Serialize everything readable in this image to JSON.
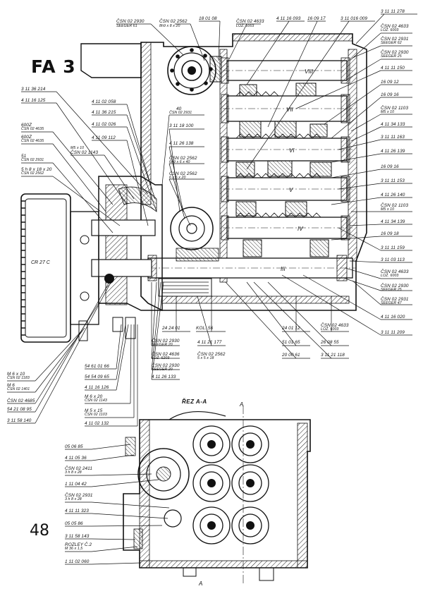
{
  "sheet_code": "FA 3",
  "page_number": "48",
  "section_title": "ŘEZ A-A",
  "section_marks": [
    "A",
    "A"
  ],
  "shaft_numerals": [
    "VIII",
    "VII",
    "VI",
    "V",
    "IV",
    "III"
  ],
  "part_marks": [
    "CR 27 C"
  ],
  "top_labels": [
    {
      "id": "t1",
      "text": "ČSN 02 2930"
    },
    {
      "id": "t1b",
      "text": "SEEGER 61"
    },
    {
      "id": "t2",
      "text": "ČSN 02 2562"
    },
    {
      "id": "t2b",
      "text": "8h9 x 8 x 20"
    },
    {
      "id": "t3",
      "text": "18 01 08"
    },
    {
      "id": "t4",
      "text": "ČSN 02 4633"
    },
    {
      "id": "t4b",
      "text": "LOŽ. 6003"
    },
    {
      "id": "t5",
      "text": "4 11 16 093"
    },
    {
      "id": "t6",
      "text": "16 09 17"
    },
    {
      "id": "t7",
      "text": "3 11 016 009"
    },
    {
      "id": "t8",
      "text": "3 11 11 278"
    }
  ],
  "left_labels": [
    {
      "id": "l1",
      "text": "3 11 36 214"
    },
    {
      "id": "l2",
      "text": "4 11 16 125"
    },
    {
      "id": "l3",
      "text": "4 11 02 058"
    },
    {
      "id": "l4",
      "text": "4 11 36 215"
    },
    {
      "id": "l5",
      "text": "4 11 02 026"
    },
    {
      "id": "l6",
      "text": "4 11 09 112"
    },
    {
      "id": "l7",
      "text": "600Z"
    },
    {
      "id": "l7b",
      "text": "ČSN 02 4635"
    },
    {
      "id": "l8",
      "text": "600Z"
    },
    {
      "id": "l8b",
      "text": "ČSN 02 4635"
    },
    {
      "id": "l9",
      "text": "51"
    },
    {
      "id": "l9b",
      "text": "ČSN 02 2931"
    },
    {
      "id": "l10",
      "text": "ČSN 02 1143"
    },
    {
      "id": "l10b",
      "text": "M5 x 10"
    },
    {
      "id": "l11",
      "text": "5 h 8 x 18 x 20"
    },
    {
      "id": "l11b",
      "text": "ČSN 02 2562"
    }
  ],
  "center_labels": [
    {
      "id": "c1",
      "text": "40"
    },
    {
      "id": "c1b",
      "text": "ČSN 02 2931"
    },
    {
      "id": "c2",
      "text": "3 11 18 100"
    },
    {
      "id": "c3",
      "text": "4 11 26 138"
    },
    {
      "id": "c4",
      "text": "ČSN 02 2562"
    },
    {
      "id": "c4b",
      "text": "6h9 x 6 x 40"
    },
    {
      "id": "c5",
      "text": "ČSN 02 2562"
    },
    {
      "id": "c5b",
      "text": "6 x 6 x 20"
    }
  ],
  "right_labels": [
    {
      "id": "r1",
      "text": "ČSN 02 4633"
    },
    {
      "id": "r1b",
      "text": "LOŽ. 6003"
    },
    {
      "id": "r2",
      "text": "ČSN 02 2931"
    },
    {
      "id": "r2b",
      "text": "SEEGER 62"
    },
    {
      "id": "r3",
      "text": "ČSN 02 2930"
    },
    {
      "id": "r3b",
      "text": "SEEGER 25"
    },
    {
      "id": "r4",
      "text": "4 11 11 150"
    },
    {
      "id": "r5",
      "text": "16 09 12"
    },
    {
      "id": "r6",
      "text": "16 09 16"
    },
    {
      "id": "r7",
      "text": "ČSN 02 1103"
    },
    {
      "id": "r7b",
      "text": "M5 x 10"
    },
    {
      "id": "r8",
      "text": "4 11 34 133"
    },
    {
      "id": "r9",
      "text": "3 11 11 163"
    },
    {
      "id": "r10",
      "text": "4 11 26 139"
    },
    {
      "id": "r11",
      "text": "16 09 16"
    },
    {
      "id": "r12",
      "text": "3 11 11 153"
    },
    {
      "id": "r13",
      "text": "4 11 26 140"
    },
    {
      "id": "r14",
      "text": "ČSN 02 1103"
    },
    {
      "id": "r14b",
      "text": "M5 x 10"
    },
    {
      "id": "r15",
      "text": "4 11 34 139"
    },
    {
      "id": "r16",
      "text": "16 09 18"
    },
    {
      "id": "r17",
      "text": "3 11 11 159"
    },
    {
      "id": "r18",
      "text": "3 11 03 113"
    },
    {
      "id": "r19",
      "text": "ČSN 02 4633"
    },
    {
      "id": "r19b",
      "text": "LOŽ. 6003"
    },
    {
      "id": "r20",
      "text": "ČSN 02 2930"
    },
    {
      "id": "r20b",
      "text": "SEEGER 25"
    },
    {
      "id": "r21",
      "text": "ČSN 02 2931"
    },
    {
      "id": "r21b",
      "text": "SEEGER 47"
    },
    {
      "id": "r22",
      "text": "4 11 16 020"
    },
    {
      "id": "r23",
      "text": "3 11 11 209"
    }
  ],
  "bottom_labels": [
    {
      "id": "b1",
      "text": "24 24 01"
    },
    {
      "id": "b2",
      "text": "KOL. 56"
    },
    {
      "id": "b3",
      "text": "24 01 12"
    },
    {
      "id": "b4",
      "text": "ČSN 02 4633"
    },
    {
      "id": "b4b",
      "text": "LOŽ. 6003"
    },
    {
      "id": "b5",
      "text": "ČSN 02 2930"
    },
    {
      "id": "b5b",
      "text": "SEEGER 20"
    },
    {
      "id": "b6",
      "text": "4 11 21 177"
    },
    {
      "id": "b7",
      "text": "51 01 65"
    },
    {
      "id": "b8",
      "text": "26 08 55"
    },
    {
      "id": "b9",
      "text": "ČSN 02 4636"
    },
    {
      "id": "b9b",
      "text": "LOŽ. 6203"
    },
    {
      "id": "b10",
      "text": "ČSN 02 2562"
    },
    {
      "id": "b10b",
      "text": "5 x 5 x 18"
    },
    {
      "id": "b11",
      "text": "20 00 61"
    },
    {
      "id": "b12",
      "text": "3 11 21 118"
    },
    {
      "id": "b13",
      "text": "ČSN 02 2930"
    },
    {
      "id": "b13b",
      "text": "SEEGER 20"
    },
    {
      "id": "b14",
      "text": "4 11 26 133"
    },
    {
      "id": "b15",
      "text": "54 61 01 66"
    },
    {
      "id": "b16",
      "text": "54 54 09 65"
    },
    {
      "id": "b17",
      "text": "4 11 16 126"
    },
    {
      "id": "b18",
      "text": "M 6 x 20"
    },
    {
      "id": "b18b",
      "text": "ČSN 02 1143"
    },
    {
      "id": "b19",
      "text": "M 5 x 15"
    },
    {
      "id": "b19b",
      "text": "ČSN 02 1103"
    },
    {
      "id": "b20",
      "text": "4 11 02 132"
    }
  ],
  "lower_left_labels": [
    {
      "id": "ll1",
      "text": "M 6 x 10"
    },
    {
      "id": "ll1b",
      "text": "ČSN 02 1183"
    },
    {
      "id": "ll2",
      "text": "M 6"
    },
    {
      "id": "ll2b",
      "text": "ČSN 02 1401"
    },
    {
      "id": "ll3",
      "text": "ČSN 02 4685"
    },
    {
      "id": "ll4",
      "text": "54 21 08 95"
    },
    {
      "id": "ll5",
      "text": "3 11 58 140"
    }
  ],
  "section_labels": [
    {
      "id": "s1",
      "text": "05 06 85"
    },
    {
      "id": "s2",
      "text": "4 11 05 36"
    },
    {
      "id": "s3",
      "text": "ČSN 02 2411"
    },
    {
      "id": "s3b",
      "text": "3 h 8 x 28"
    },
    {
      "id": "s4",
      "text": "1 11 04 42"
    },
    {
      "id": "s5",
      "text": "ČSN 02 2931"
    },
    {
      "id": "s5b",
      "text": "3 h 8 x 28"
    },
    {
      "id": "s6",
      "text": "4 11 11 323"
    },
    {
      "id": "s7",
      "text": "05 05 86"
    },
    {
      "id": "s8",
      "text": "3 11 58 143"
    },
    {
      "id": "s9",
      "text": "ROZLEY Č.2"
    },
    {
      "id": "s9b",
      "text": "M 36 x 1,5"
    },
    {
      "id": "s10",
      "text": "1 11 02 060"
    }
  ]
}
